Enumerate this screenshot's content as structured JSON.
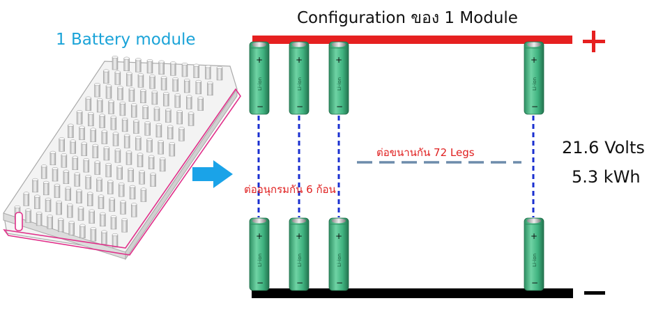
{
  "title": "Configuration ของ 1 Module",
  "module_label": "1 Battery module",
  "series_label": "ต่ออนุกรมกัน 6 ก้อน",
  "parallel_label": "ต่อขนานกัน 72 Legs",
  "spec": {
    "voltage": "21.6 Volts",
    "energy": "5.3 kWh"
  },
  "terminals": {
    "positive": "+",
    "negative": "−"
  },
  "cell_marks": {
    "positive": "+",
    "negative": "−"
  },
  "colors": {
    "positive_bar": "#e62020",
    "negative_bar": "#000000",
    "cell_green": "#3fb27f",
    "dash_blue": "#1a2fd0",
    "dash_gray": "#6d8cab",
    "arrow": "#1aa3e8",
    "outline_pink": "#e0308a"
  }
}
